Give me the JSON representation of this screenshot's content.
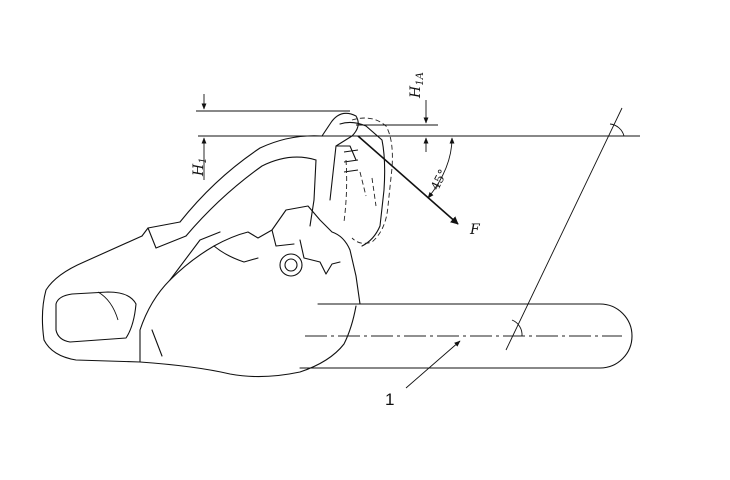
{
  "labels": {
    "height_h1": "H",
    "height_h1_sub": "1",
    "height_h1a": "H",
    "height_h1a_sub": "1A",
    "angle": "45°",
    "force": "F",
    "callout": "1"
  }
}
